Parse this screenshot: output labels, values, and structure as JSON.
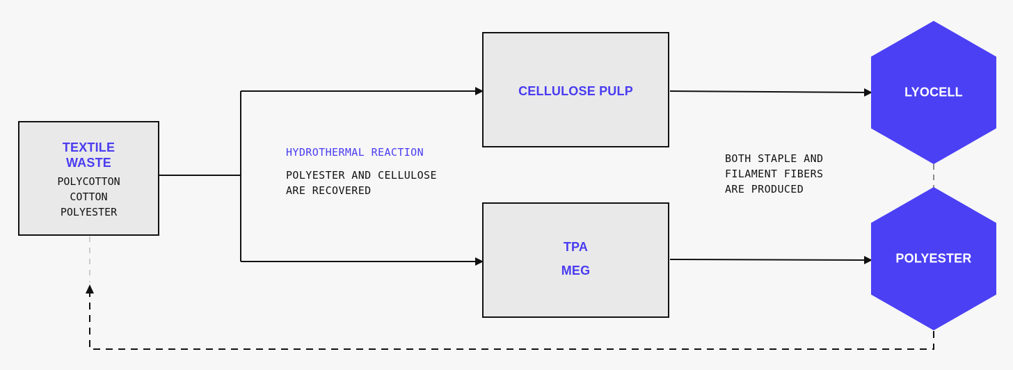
{
  "diagram": {
    "source": {
      "title_line1": "TEXTILE",
      "title_line2": "WASTE",
      "materials": [
        "POLYCOTTON",
        "COTTON",
        "POLYESTER"
      ]
    },
    "process": {
      "title": "HYDROTHERMAL REACTION",
      "description_line1": "POLYESTER AND CELLULOSE",
      "description_line2": "ARE RECOVERED"
    },
    "outputs": {
      "top": "CELLULOSE PULP",
      "bottom_line1": "TPA",
      "bottom_line2": "MEG"
    },
    "results": {
      "top": "LYOCELL",
      "bottom": "POLYESTER",
      "note_line1": "BOTH STAPLE AND",
      "note_line2": "FILAMENT FIBERS",
      "note_line3": "ARE PRODUCED"
    },
    "colors": {
      "accent": "#4a3cf0",
      "hex_fill": "#4b40f4",
      "box_fill": "#e9e9e9",
      "line": "#111111"
    }
  }
}
